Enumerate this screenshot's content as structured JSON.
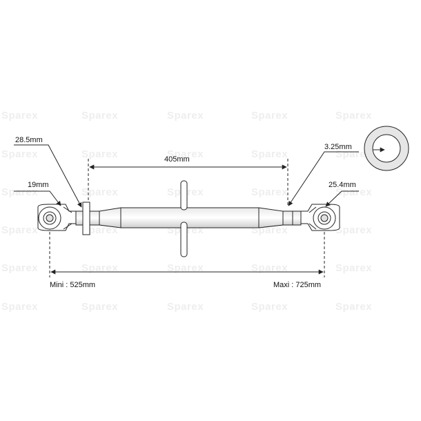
{
  "watermark": "Sparex",
  "dimensions": {
    "length_between_ends": "405mm",
    "left_ball_width": "28.5mm",
    "left_ball_hole": "19mm",
    "right_ball_width": "25.4mm",
    "hole_diameter": "3.25mm",
    "min_length": "Mini : 525mm",
    "max_length": "Maxi : 725mm"
  },
  "colors": {
    "line": "#222222",
    "fill": "#ffffff",
    "shade": "#cfcfcf",
    "watermark": "#eeeeee"
  }
}
